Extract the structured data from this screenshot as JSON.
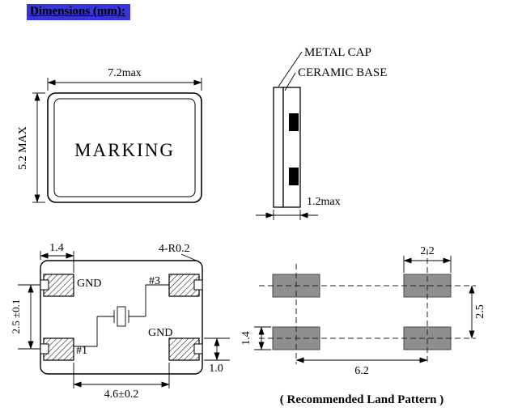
{
  "title": "Dimensions (mm):",
  "colors": {
    "title_highlight": "#3636d2",
    "land_pad_fill": "#8f8f8f"
  },
  "top_view": {
    "marking_text": "MARKING",
    "width_dim": "7.2max",
    "height_dim": "5.2 MAX"
  },
  "side_view": {
    "metal_cap_label": "METAL CAP",
    "ceramic_base_label": "CERAMIC BASE",
    "thickness_dim": "1.2max"
  },
  "bottom_view": {
    "gnd_top_label": "GND",
    "pin3_label": "#3",
    "pin1_label": "#1",
    "gnd_bottom_label": "GND",
    "pad_offset_dim": "1.4",
    "corner_radius_note": "4-R0.2",
    "pad_pitch_vertical_dim": "2.5 ±0.1",
    "pad_height_dim": "1.0",
    "pad_span_dim": "4.6±0.2"
  },
  "land_pattern": {
    "pad_width_dim": "2.2",
    "row_pitch_dim": "2.5",
    "pad_height_dim": "1.4",
    "column_pitch_dim": "6.2",
    "caption": "( Recommended Land Pattern )"
  }
}
